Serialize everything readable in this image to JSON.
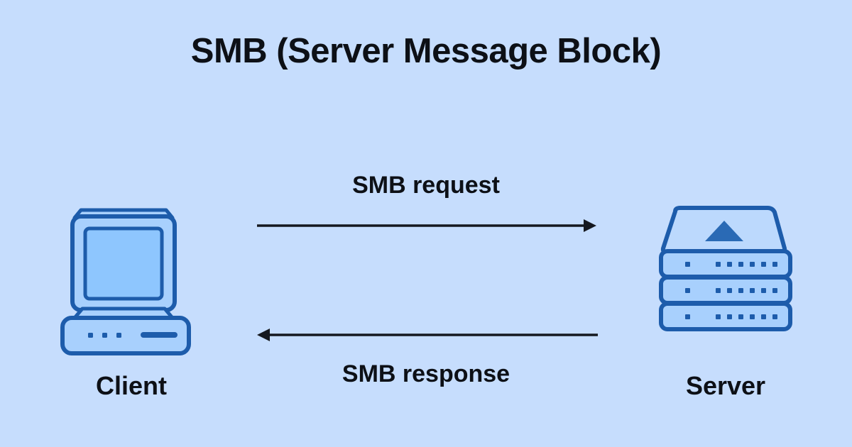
{
  "diagram": {
    "title": "SMB (Server Message Block)",
    "background_color": "#c6ddfd",
    "text_color": "#0d1016",
    "icon_stroke_color": "#1d5cab",
    "icon_fill_color": "#a8d0fd",
    "icon_screen_color": "#8ec6fe",
    "icon_accent_color": "#2a6ab5",
    "arrow_color": "#15181f",
    "nodes": [
      {
        "id": "client",
        "label": "Client",
        "icon": "desktop-computer-icon"
      },
      {
        "id": "server",
        "label": "Server",
        "icon": "server-rack-icon"
      }
    ],
    "flows": [
      {
        "id": "request",
        "label": "SMB request",
        "from": "client",
        "to": "server",
        "direction": "right",
        "label_position": "above"
      },
      {
        "id": "response",
        "label": "SMB response",
        "from": "server",
        "to": "client",
        "direction": "left",
        "label_position": "below"
      }
    ]
  }
}
